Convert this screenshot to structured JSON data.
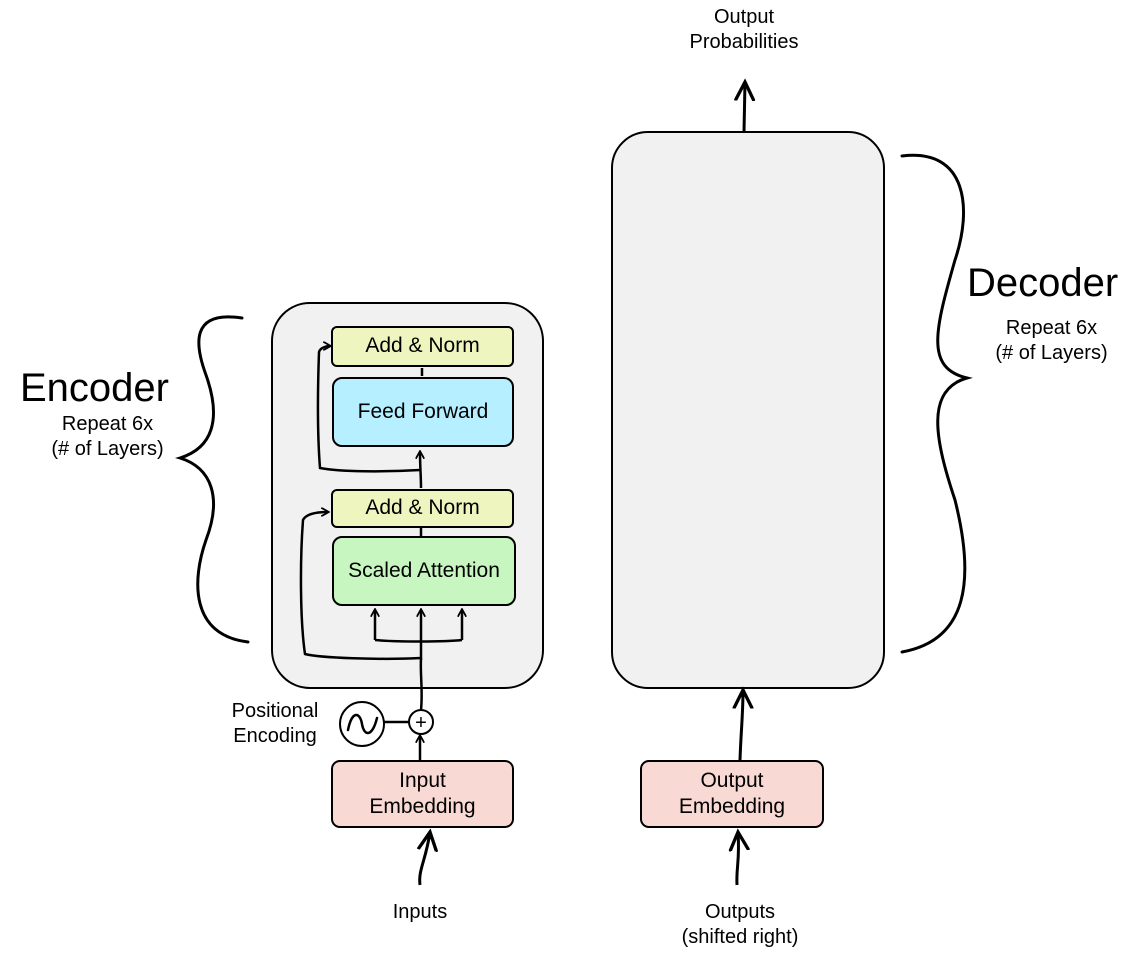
{
  "output_probabilities": [
    "Output",
    "Probabilities"
  ],
  "encoder": {
    "title": "Encoder",
    "repeat": [
      "Repeat 6x",
      "(# of Layers)"
    ],
    "add_norm_top": "Add & Norm",
    "feed_forward": "Feed Forward",
    "add_norm_bottom": "Add & Norm",
    "attention": "Scaled Attention"
  },
  "decoder": {
    "title": "Decoder",
    "repeat": [
      "Repeat 6x",
      "(# of Layers)"
    ]
  },
  "positional_encoding": [
    "Positional",
    "Encoding"
  ],
  "input_embedding": [
    "Input",
    "Embedding"
  ],
  "output_embedding": [
    "Output",
    "Embedding"
  ],
  "inputs": "Inputs",
  "outputs": [
    "Outputs",
    "(shifted right)"
  ],
  "colors": {
    "encoder_block": "#f1f1f1",
    "decoder_block": "#f1f1f1",
    "add_norm": "#eef5bf",
    "feed_forward": "#b6efff",
    "attention": "#c8f6c0",
    "embedding": "#f9d9d3"
  }
}
